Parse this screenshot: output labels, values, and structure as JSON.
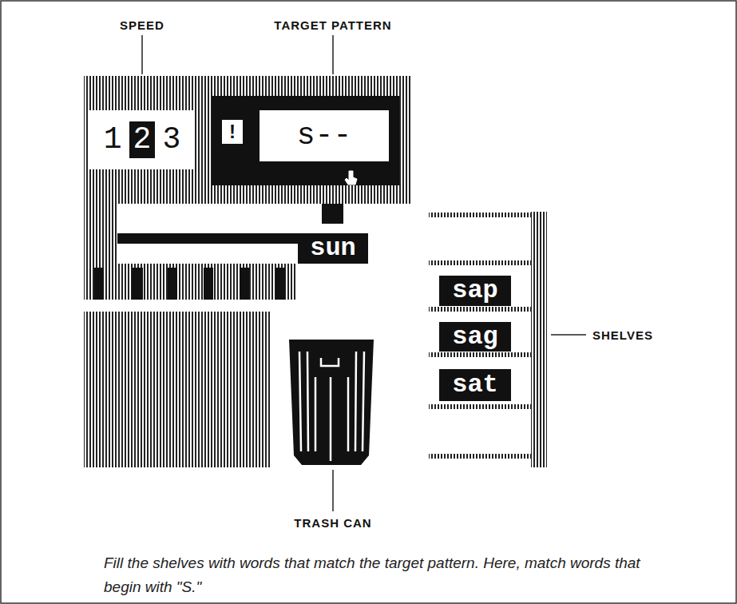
{
  "diagram": {
    "caption": "Fill the shelves with words that match the target pattern. Here, match words that begin with \"S.\"",
    "nodes": [
      {
        "text": [
          "1",
          "2",
          "3"
        ]
      },
      {
        "text": [
          "!"
        ]
      },
      {
        "text": [
          "s--"
        ]
      },
      {
        "text": [
          "sun"
        ]
      },
      {
        "text": [
          "sap"
        ]
      },
      {
        "text": [
          "sag"
        ]
      },
      {
        "text": [
          "sat"
        ]
      }
    ],
    "labels": [
      "SPEED",
      "TARGET PATTERN",
      "SHELVES",
      "TRASH CAN"
    ]
  }
}
